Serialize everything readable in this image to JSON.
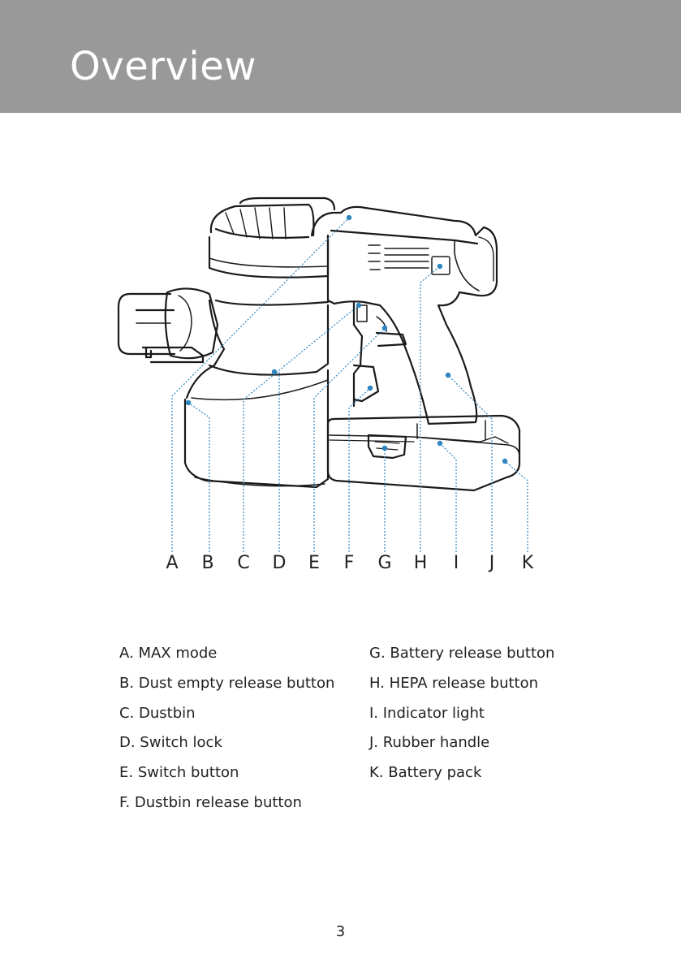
{
  "header": {
    "title": "Overview",
    "background": "#999999"
  },
  "diagram": {
    "letters": [
      "A",
      "B",
      "C",
      "D",
      "E",
      "F",
      "G",
      "H",
      "I",
      "J",
      "K"
    ],
    "leader_color": "#2e86c1"
  },
  "legend": {
    "left": [
      "A. MAX mode",
      "B. Dust empty release button",
      "C. Dustbin",
      "D. Switch lock",
      "E. Switch button",
      "F. Dustbin release button"
    ],
    "right": [
      "G. Battery release button",
      "H. HEPA release button",
      "I. Indicator light",
      "J. Rubber handle",
      "K. Battery pack"
    ]
  },
  "page_number": "3"
}
